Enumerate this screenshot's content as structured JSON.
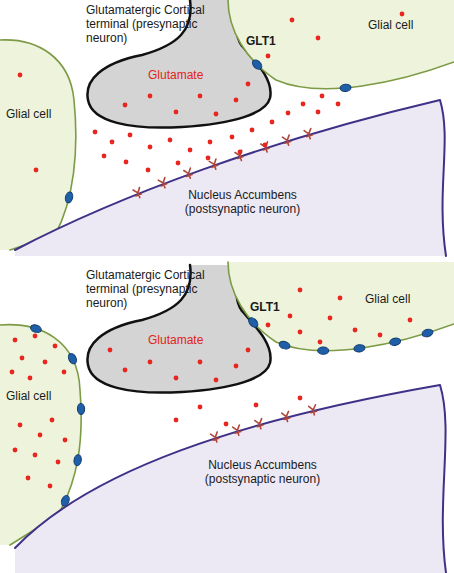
{
  "diagram": {
    "nodes": [
      {
        "text": [
          "Glutamatergic Cortical terminal (presynaptic neuron)",
          "Glutamate"
        ]
      },
      {
        "text": [
          "GLT1",
          "Glial cell"
        ]
      },
      {
        "text": [
          "Glial cell"
        ]
      },
      {
        "text": [
          "Nucleus Accumbens (postsynaptic neuron)"
        ]
      },
      {
        "text": [
          "Glutamatergic Cortical terminal (presynaptic neuron)",
          "Glutamate"
        ]
      },
      {
        "text": [
          "GLT1",
          "Glial cell"
        ]
      },
      {
        "text": [
          "Glial cell"
        ]
      },
      {
        "text": [
          "Nucleus Accumbens (postsynaptic neuron)"
        ]
      }
    ]
  }
}
